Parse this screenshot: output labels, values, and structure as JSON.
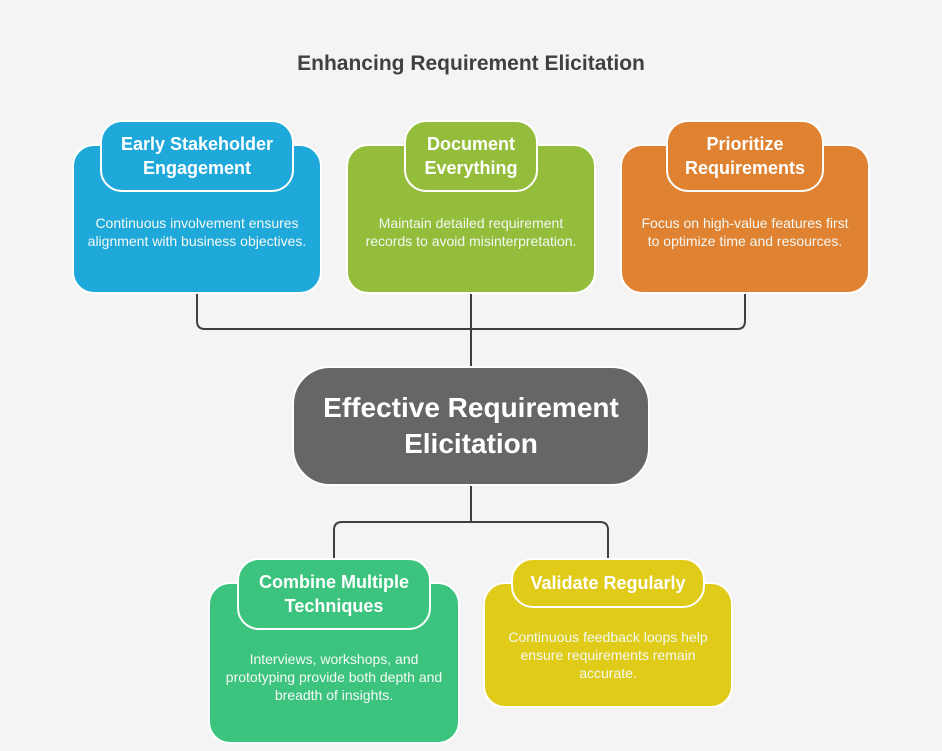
{
  "title": "Enhancing Requirement Elicitation",
  "center": {
    "label": "Effective Requirement Elicitation",
    "color": "#666666"
  },
  "top_nodes": [
    {
      "title": "Early Stakeholder Engagement",
      "description": "Continuous involvement ensures alignment with business objectives.",
      "color": "#1fa9da"
    },
    {
      "title": "Document Everything",
      "description": "Maintain detailed requirement records to avoid misinterpretation.",
      "color": "#93bd3a"
    },
    {
      "title": "Prioritize Requirements",
      "description": "Focus on high-value features first to optimize time and resources.",
      "color": "#df8231"
    }
  ],
  "bottom_nodes": [
    {
      "title": "Combine Multiple Techniques",
      "description": "Interviews, workshops, and prototyping provide both depth and breadth of insights.",
      "color": "#3cc47f"
    },
    {
      "title": "Validate Regularly",
      "description": "Continuous feedback loops help ensure requirements remain accurate.",
      "color": "#dfcb18"
    }
  ],
  "connector_color": "#3f3f3f"
}
